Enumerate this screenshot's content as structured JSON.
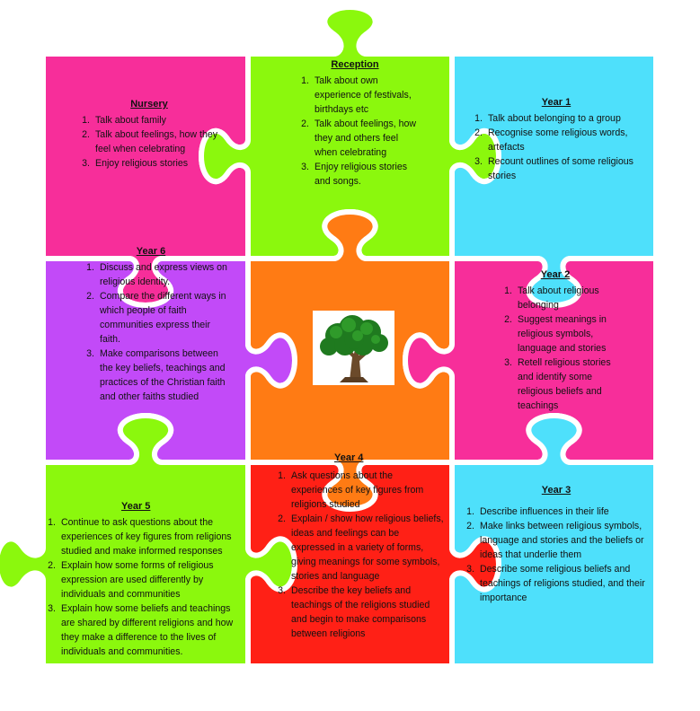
{
  "colors": {
    "pink": "#f72e9a",
    "green": "#8bf80d",
    "cyan": "#4ee0fb",
    "purple": "#c24af8",
    "orange": "#ff7b14",
    "red": "#ff2016",
    "white": "#ffffff"
  },
  "pieces": {
    "nursery": {
      "title": "Nursery",
      "items": [
        "Talk about family",
        "Talk about feelings, how they feel when celebrating",
        "Enjoy religious stories"
      ]
    },
    "reception": {
      "title": "Reception",
      "items": [
        "Talk about own experience of festivals, birthdays etc",
        "Talk about feelings, how they and others feel when celebrating",
        "Enjoy religious stories and songs."
      ]
    },
    "year1": {
      "title": "Year 1",
      "items": [
        "Talk about belonging to a group",
        "Recognise some religious words, artefacts",
        "Recount outlines of some religious stories"
      ]
    },
    "year6": {
      "title": "Year 6",
      "items": [
        "Discuss and express views on religious identity.",
        "Compare the different ways in which people of faith communities express their faith.",
        "Make comparisons between the key beliefs, teachings and practices of the Christian faith and other faiths studied"
      ]
    },
    "center": {
      "icon": "tree-icon"
    },
    "year2": {
      "title": "Year 2",
      "items": [
        "Talk about religious belonging",
        "Suggest meanings in religious symbols, language and stories",
        "Retell religious stories and identify some religious beliefs and teachings"
      ]
    },
    "year5": {
      "title": "Year 5",
      "items": [
        "Continue to ask questions about the experiences of key figures from religions studied and make informed responses",
        "Explain how some forms of religious expression are used differently by individuals and communities",
        "Explain how some beliefs and teachings are shared by different religions and how they make a difference to the lives of individuals and communities."
      ]
    },
    "year4": {
      "title": "Year 4",
      "items": [
        "Ask questions about the experiences of key figures from religions studied",
        "Explain / show how religious beliefs, ideas and feelings can be expressed in a variety of forms, giving meanings for some symbols, stories and language",
        "Describe the key beliefs and teachings of the religions studied and begin to make comparisons between religions"
      ]
    },
    "year3": {
      "title": "Year 3",
      "items": [
        "Describe influences in their life",
        "Make links between religious symbols, language and stories and the beliefs or ideas that underlie them",
        "Describe some religious beliefs and teachings of religions studied, and their importance"
      ]
    }
  },
  "numbers": [
    "1.",
    "2.",
    "3."
  ]
}
